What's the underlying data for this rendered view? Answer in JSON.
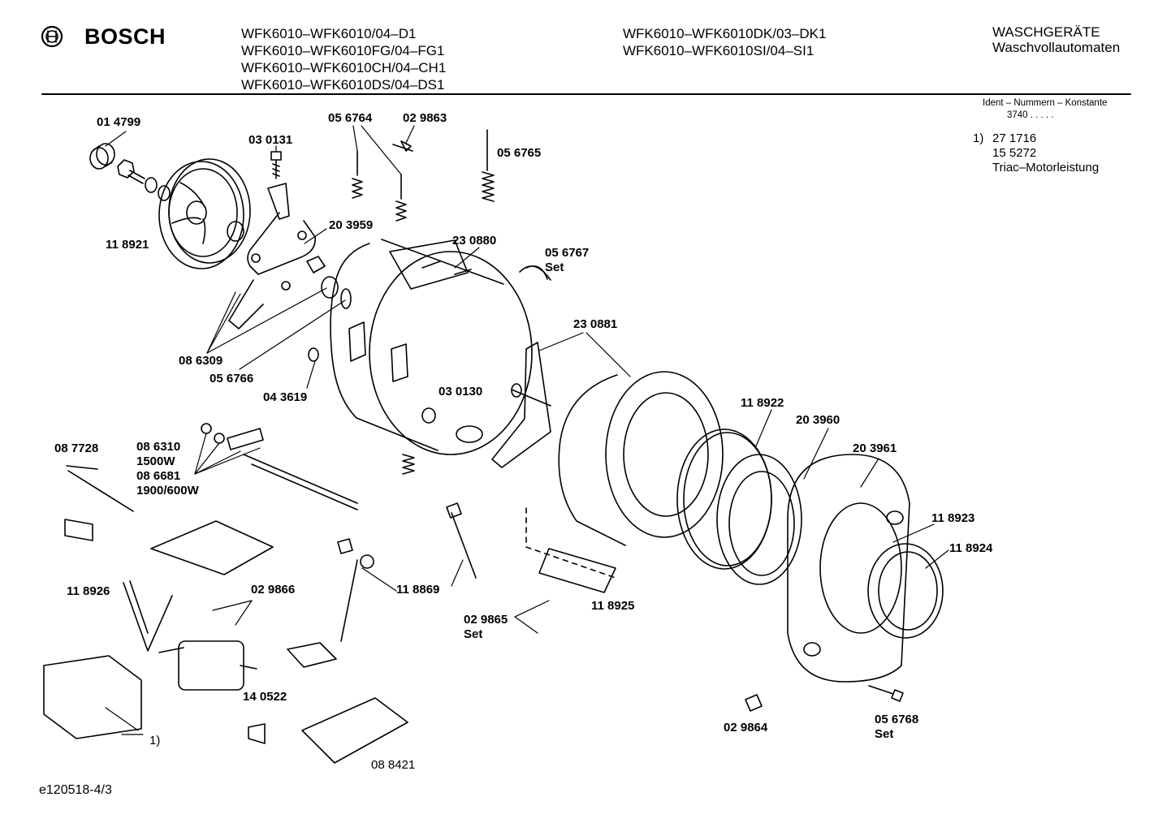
{
  "header": {
    "brand": "BOSCH",
    "models_left": [
      "WFK6010–WFK6010/04–D1",
      "WFK6010–WFK6010FG/04–FG1",
      "WFK6010–WFK6010CH/04–CH1",
      "WFK6010–WFK6010DS/04–DS1"
    ],
    "models_right": [
      "WFK6010–WFK6010DK/03–DK1",
      "WFK6010–WFK6010SI/04–SI1"
    ],
    "category_line1": "WASCHGERÄTE",
    "category_line2": "Waschvollautomaten"
  },
  "ident": {
    "title": "Ident – Nummern – Konstante",
    "value": "3740 . . . . ."
  },
  "note": {
    "marker": "1)",
    "lines": [
      "27 1716",
      "15 5272",
      "Triac–Motorleistung"
    ]
  },
  "parts": {
    "p014799": "01 4799",
    "p030131": "03 0131",
    "p056764": "05 6764",
    "p029863": "02 9863",
    "p056765": "05 6765",
    "p118921": "11 8921",
    "p203959": "20 3959",
    "p230880": "23 0880",
    "p056767": "05 6767",
    "p056767_set": "Set",
    "p086309": "08 6309",
    "p056766": "05 6766",
    "p043619": "04 3619",
    "p230881": "23 0881",
    "p030130": "03 0130",
    "p118922": "11 8922",
    "p203960": "20 3960",
    "p203961": "20 3961",
    "p087728": "08 7728",
    "p086310": "08  6310",
    "w1500": "1500W",
    "p086681": "08  6681",
    "w1900": "1900/600W",
    "p118923": "11 8923",
    "p118924": "11 8924",
    "p118926": "11 8926",
    "p029866": "02 9866",
    "p118869": "11 8869",
    "p118925": "11 8925",
    "p029865": "02 9865",
    "p029865_set": "Set",
    "p140522": "14 0522",
    "p029864": "02 9864",
    "p056768": "05 6768",
    "p056768_set": "Set",
    "p088421": "08 8421",
    "ref1": "1)"
  },
  "footer": {
    "code": "e120518-4/3"
  }
}
